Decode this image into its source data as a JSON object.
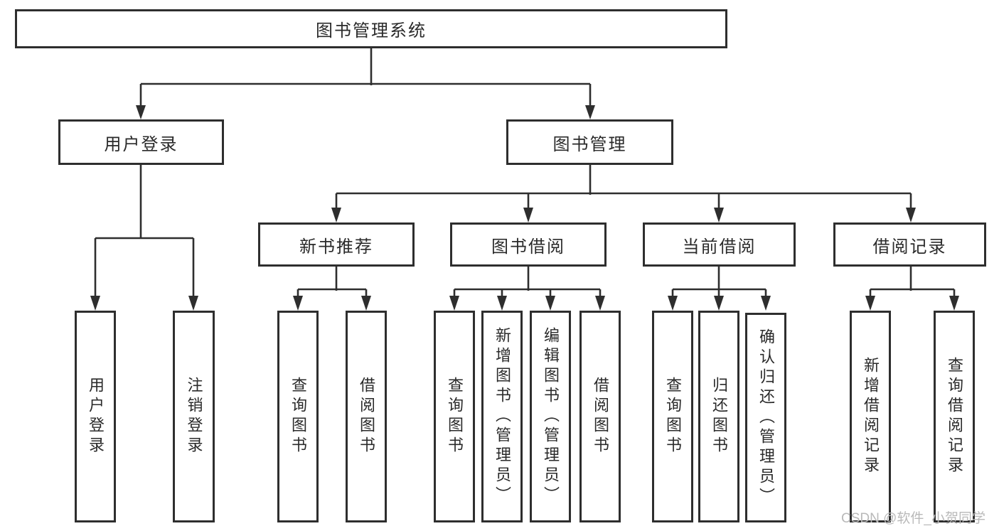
{
  "diagram_type": "hierarchy-tree",
  "nodes": {
    "root": "图书管理系统",
    "user_login": "用户登录",
    "book_mgmt": "图书管理",
    "new_book_rec": "新书推荐",
    "book_borrow": "图书借阅",
    "current_borrow": "当前借阅",
    "borrow_record": "借阅记录",
    "ul_login": "用户登录",
    "ul_logout": "注销登录",
    "nb_query": "查询图书",
    "nb_borrow": "借阅图书",
    "bb_query": "查询图书",
    "bb_add": "新增图书（管理员）",
    "bb_edit": "编辑图书（管理员）",
    "bb_borrow": "借阅图书",
    "cb_query": "查询图书",
    "cb_return": "归还图书",
    "cb_confirm": "确认归还（管理员）",
    "br_add": "新增借阅记录",
    "br_query": "查询借阅记录"
  },
  "edges": [
    [
      "root",
      "user_login"
    ],
    [
      "root",
      "book_mgmt"
    ],
    [
      "user_login",
      "ul_login"
    ],
    [
      "user_login",
      "ul_logout"
    ],
    [
      "book_mgmt",
      "new_book_rec"
    ],
    [
      "book_mgmt",
      "book_borrow"
    ],
    [
      "book_mgmt",
      "current_borrow"
    ],
    [
      "book_mgmt",
      "borrow_record"
    ],
    [
      "new_book_rec",
      "nb_query"
    ],
    [
      "new_book_rec",
      "nb_borrow"
    ],
    [
      "book_borrow",
      "bb_query"
    ],
    [
      "book_borrow",
      "bb_add"
    ],
    [
      "book_borrow",
      "bb_edit"
    ],
    [
      "book_borrow",
      "bb_borrow"
    ],
    [
      "current_borrow",
      "cb_query"
    ],
    [
      "current_borrow",
      "cb_return"
    ],
    [
      "current_borrow",
      "cb_confirm"
    ],
    [
      "borrow_record",
      "br_add"
    ],
    [
      "borrow_record",
      "br_query"
    ]
  ],
  "watermark": {
    "text": "CSDN @软件_小贺同学"
  },
  "colors": {
    "line": "#2e2e2e",
    "text": "#2a2a2a",
    "watermark": "#b9b9b9",
    "background": "#ffffff"
  }
}
